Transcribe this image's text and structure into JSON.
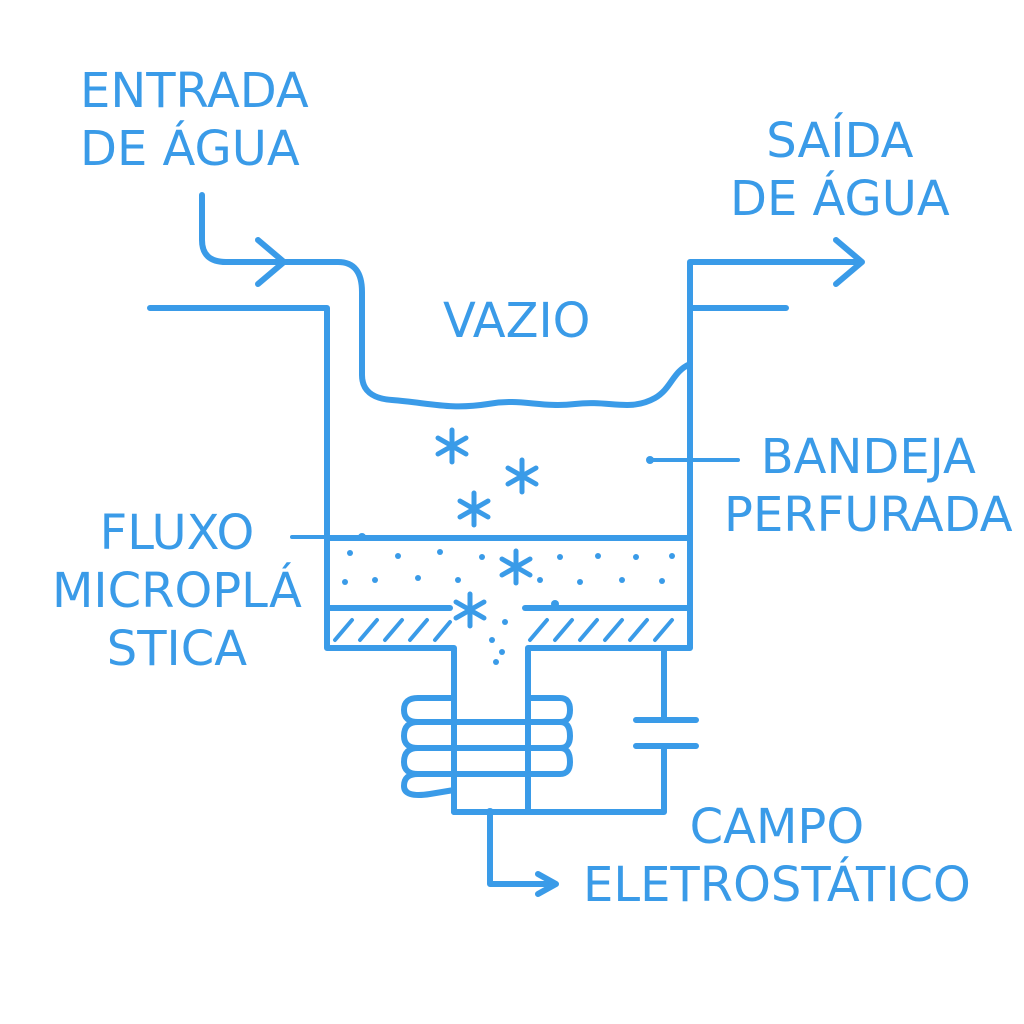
{
  "labels": {
    "water_inlet": [
      "ENTRADA",
      "DE ÁGUA"
    ],
    "water_outlet": [
      "SAÍDA",
      "DE ÁGUA"
    ],
    "empty_space": "VAZIO",
    "perforated_tray": [
      "BANDEJA",
      "PERFURADA"
    ],
    "microplastic_flow": [
      "FLUXO",
      "MICROPLÁ",
      "STICA"
    ],
    "electrostatic_field": [
      "CAMPO",
      "ELETROSTÁTICO"
    ]
  },
  "colors": {
    "stroke": "#3a9be8",
    "background": "#ffffff"
  },
  "icons": [
    "microplastic-particle-icon",
    "coil-icon",
    "capacitor-icon",
    "arrow-icon"
  ]
}
